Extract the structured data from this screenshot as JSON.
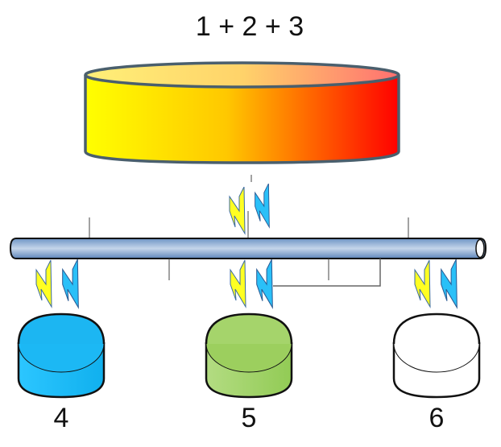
{
  "title": "1 + 2 + 3",
  "nodes": [
    {
      "label": "4",
      "color": "#1cb6f2"
    },
    {
      "label": "5",
      "color": "#9ccf5e"
    },
    {
      "label": "6",
      "color": "#ffffff"
    }
  ],
  "colors": {
    "storage_stroke": "#4a5f6d",
    "gradient_start": "#ffff00",
    "gradient_mid": "#ffc800",
    "gradient_end": "#ff0000",
    "pipe": "#8fb0d8",
    "bolt_yellow": "#ffff22",
    "bolt_blue": "#2ac0f8"
  },
  "icons": [
    "cylinder-icon",
    "lightning-bolt-icon",
    "pipe-bus-icon"
  ]
}
